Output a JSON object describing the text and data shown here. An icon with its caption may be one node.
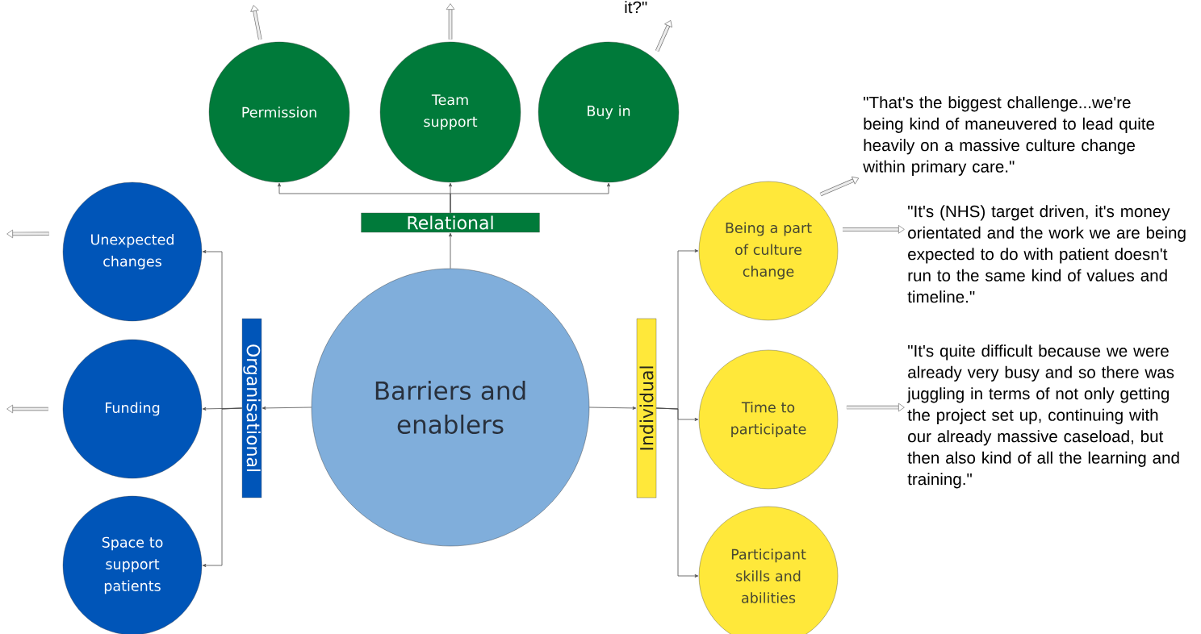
{
  "diagram": {
    "nodes": [
      {
        "text": [
          "Barriers and enablers"
        ]
      },
      {
        "text": [
          "Relational"
        ]
      },
      {
        "text": [
          "Permission"
        ]
      },
      {
        "text": [
          "Team support"
        ]
      },
      {
        "text": [
          "Buy in"
        ]
      },
      {
        "text": [
          "Organisational"
        ]
      },
      {
        "text": [
          "Unexpected changes"
        ]
      },
      {
        "text": [
          "Funding"
        ]
      },
      {
        "text": [
          "Space to support patients"
        ]
      },
      {
        "text": [
          "Individual"
        ]
      },
      {
        "text": [
          "Being a part of culture change"
        ]
      },
      {
        "text": [
          "Time to participate"
        ]
      },
      {
        "text": [
          "Participant skills and abilities"
        ]
      },
      {
        "text": [
          "\"That's the biggest challenge...we're being kind of maneuvered to lead quite heavily on a massive culture change within primary care.\""
        ]
      },
      {
        "text": [
          "\"It's (NHS) target driven, it's money orientated and the work we are being expected to do with patient doesn't run to the same kind of values and timeline.\""
        ]
      },
      {
        "text": [
          "\"It's quite difficult because we were already very busy and so there was juggling in terms of not only getting the project set up, continuing with our already massive caseload, but then also kind of all the learning and training.\""
        ]
      },
      {
        "text": [
          "it?\""
        ]
      }
    ],
    "edges": [
      {
        "from": 0,
        "to": 1,
        "arrow": "to"
      },
      {
        "from": 1,
        "to": 2,
        "arrow": "to"
      },
      {
        "from": 1,
        "to": 3,
        "arrow": "to"
      },
      {
        "from": 1,
        "to": 4,
        "arrow": "to"
      },
      {
        "from": 0,
        "to": 5,
        "arrow": "to"
      },
      {
        "from": 5,
        "to": 6,
        "arrow": "to"
      },
      {
        "from": 5,
        "to": 7,
        "arrow": "to"
      },
      {
        "from": 5,
        "to": 8,
        "arrow": "to"
      },
      {
        "from": 0,
        "to": 9,
        "arrow": "to"
      },
      {
        "from": 9,
        "to": 10,
        "arrow": "to"
      },
      {
        "from": 9,
        "to": 11,
        "arrow": "to"
      },
      {
        "from": 9,
        "to": 12,
        "arrow": "to"
      },
      {
        "from": 2,
        "to": null,
        "arrow": "to",
        "style": "thick"
      },
      {
        "from": 3,
        "to": null,
        "arrow": "to",
        "style": "thick"
      },
      {
        "from": 4,
        "to": 16,
        "arrow": "to",
        "style": "thick"
      },
      {
        "from": 6,
        "to": null,
        "arrow": "to",
        "style": "thick"
      },
      {
        "from": 7,
        "to": null,
        "arrow": "to",
        "style": "thick"
      },
      {
        "from": 10,
        "to": 13,
        "arrow": "to",
        "style": "thick"
      },
      {
        "from": 10,
        "to": 14,
        "arrow": "to",
        "style": "thick"
      },
      {
        "from": 11,
        "to": 15,
        "arrow": "to",
        "style": "thick"
      }
    ]
  }
}
